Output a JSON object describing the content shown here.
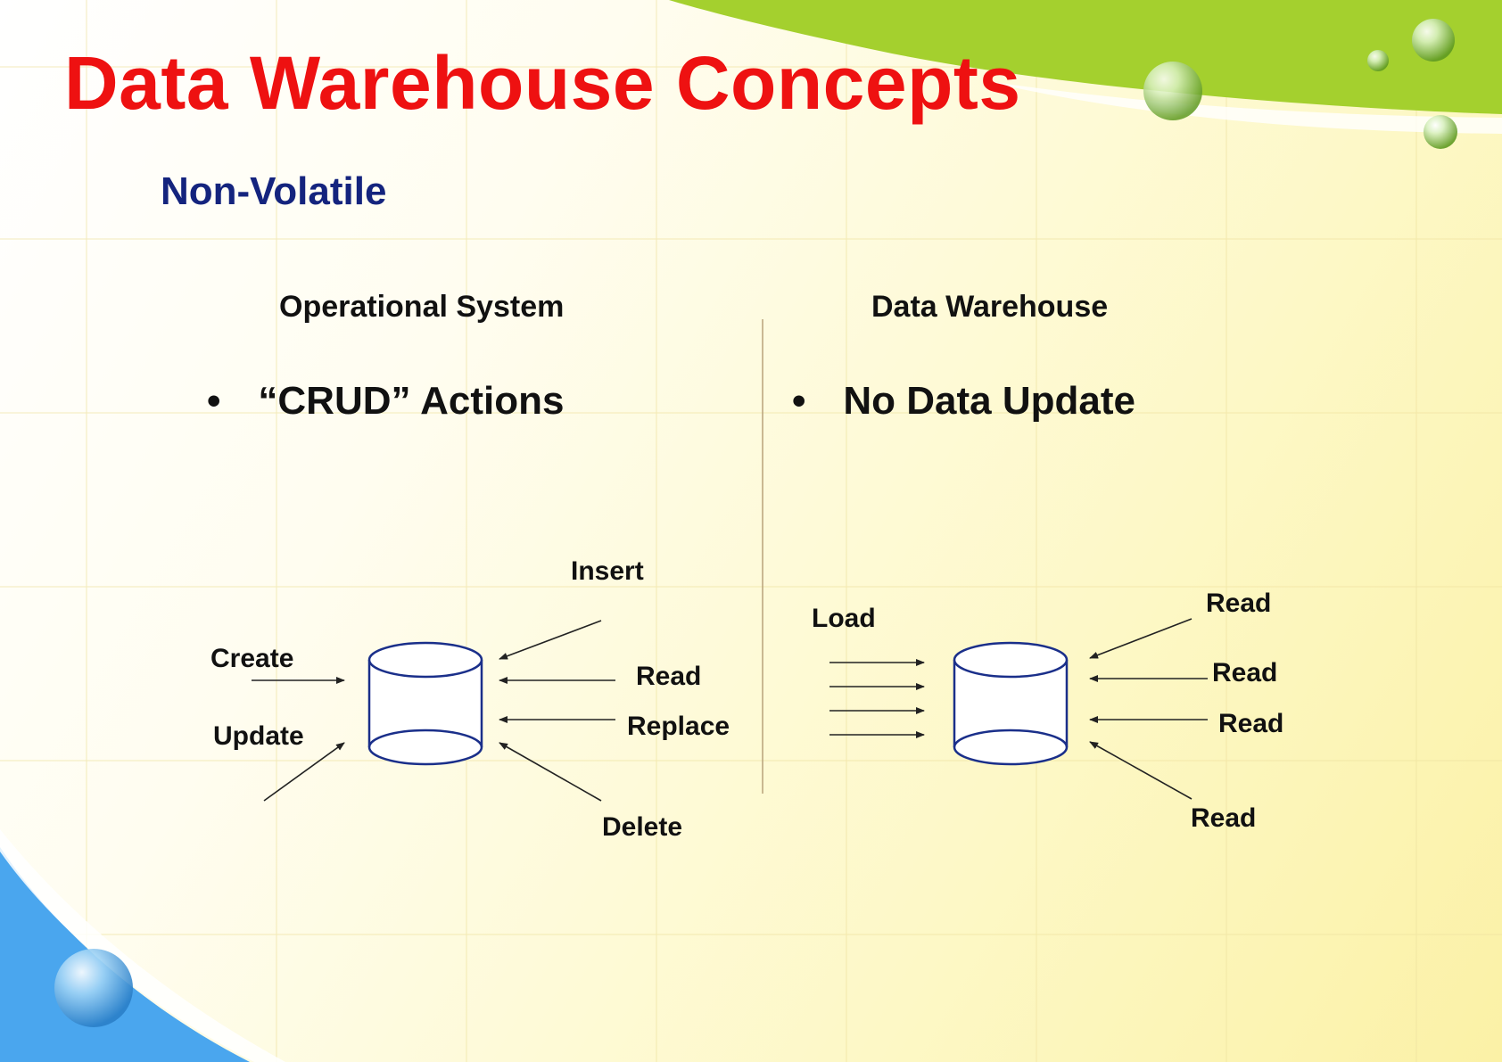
{
  "title": "Data Warehouse Concepts",
  "subtitle": "Non-Volatile",
  "colors": {
    "title": "#ee1111",
    "subtitle": "#14247e",
    "accent_green": "#9ccc2a",
    "accent_blue": "#3a9be8"
  },
  "operational": {
    "heading": "Operational System",
    "bullet_symbol": "•",
    "bullet": "“CRUD” Actions",
    "labels": {
      "insert": "Insert",
      "create": "Create",
      "read": "Read",
      "replace": "Replace",
      "update": "Update",
      "delete": "Delete"
    }
  },
  "warehouse": {
    "heading": "Data Warehouse",
    "bullet_symbol": "•",
    "bullet": "No Data Update",
    "labels": {
      "load": "Load",
      "read": "Read"
    }
  }
}
